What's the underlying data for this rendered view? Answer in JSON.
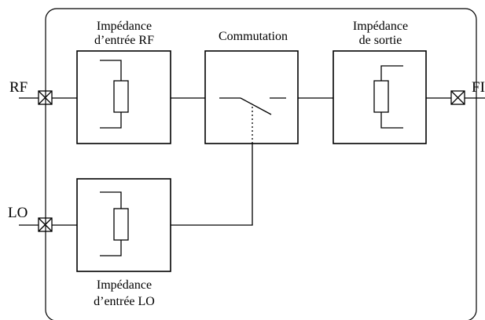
{
  "diagram": {
    "blocks": {
      "rf_input": {
        "label_line1": "Impédance",
        "label_line2": "d’entrée RF"
      },
      "switching": {
        "label": "Commutation"
      },
      "output": {
        "label_line1": "Impédance",
        "label_line2": "de sortie"
      },
      "lo_input": {
        "label_line1": "Impédance",
        "label_line2": "d’entrée LO"
      }
    },
    "ports": {
      "rf": "RF",
      "lo": "LO",
      "fi": "FI"
    }
  }
}
